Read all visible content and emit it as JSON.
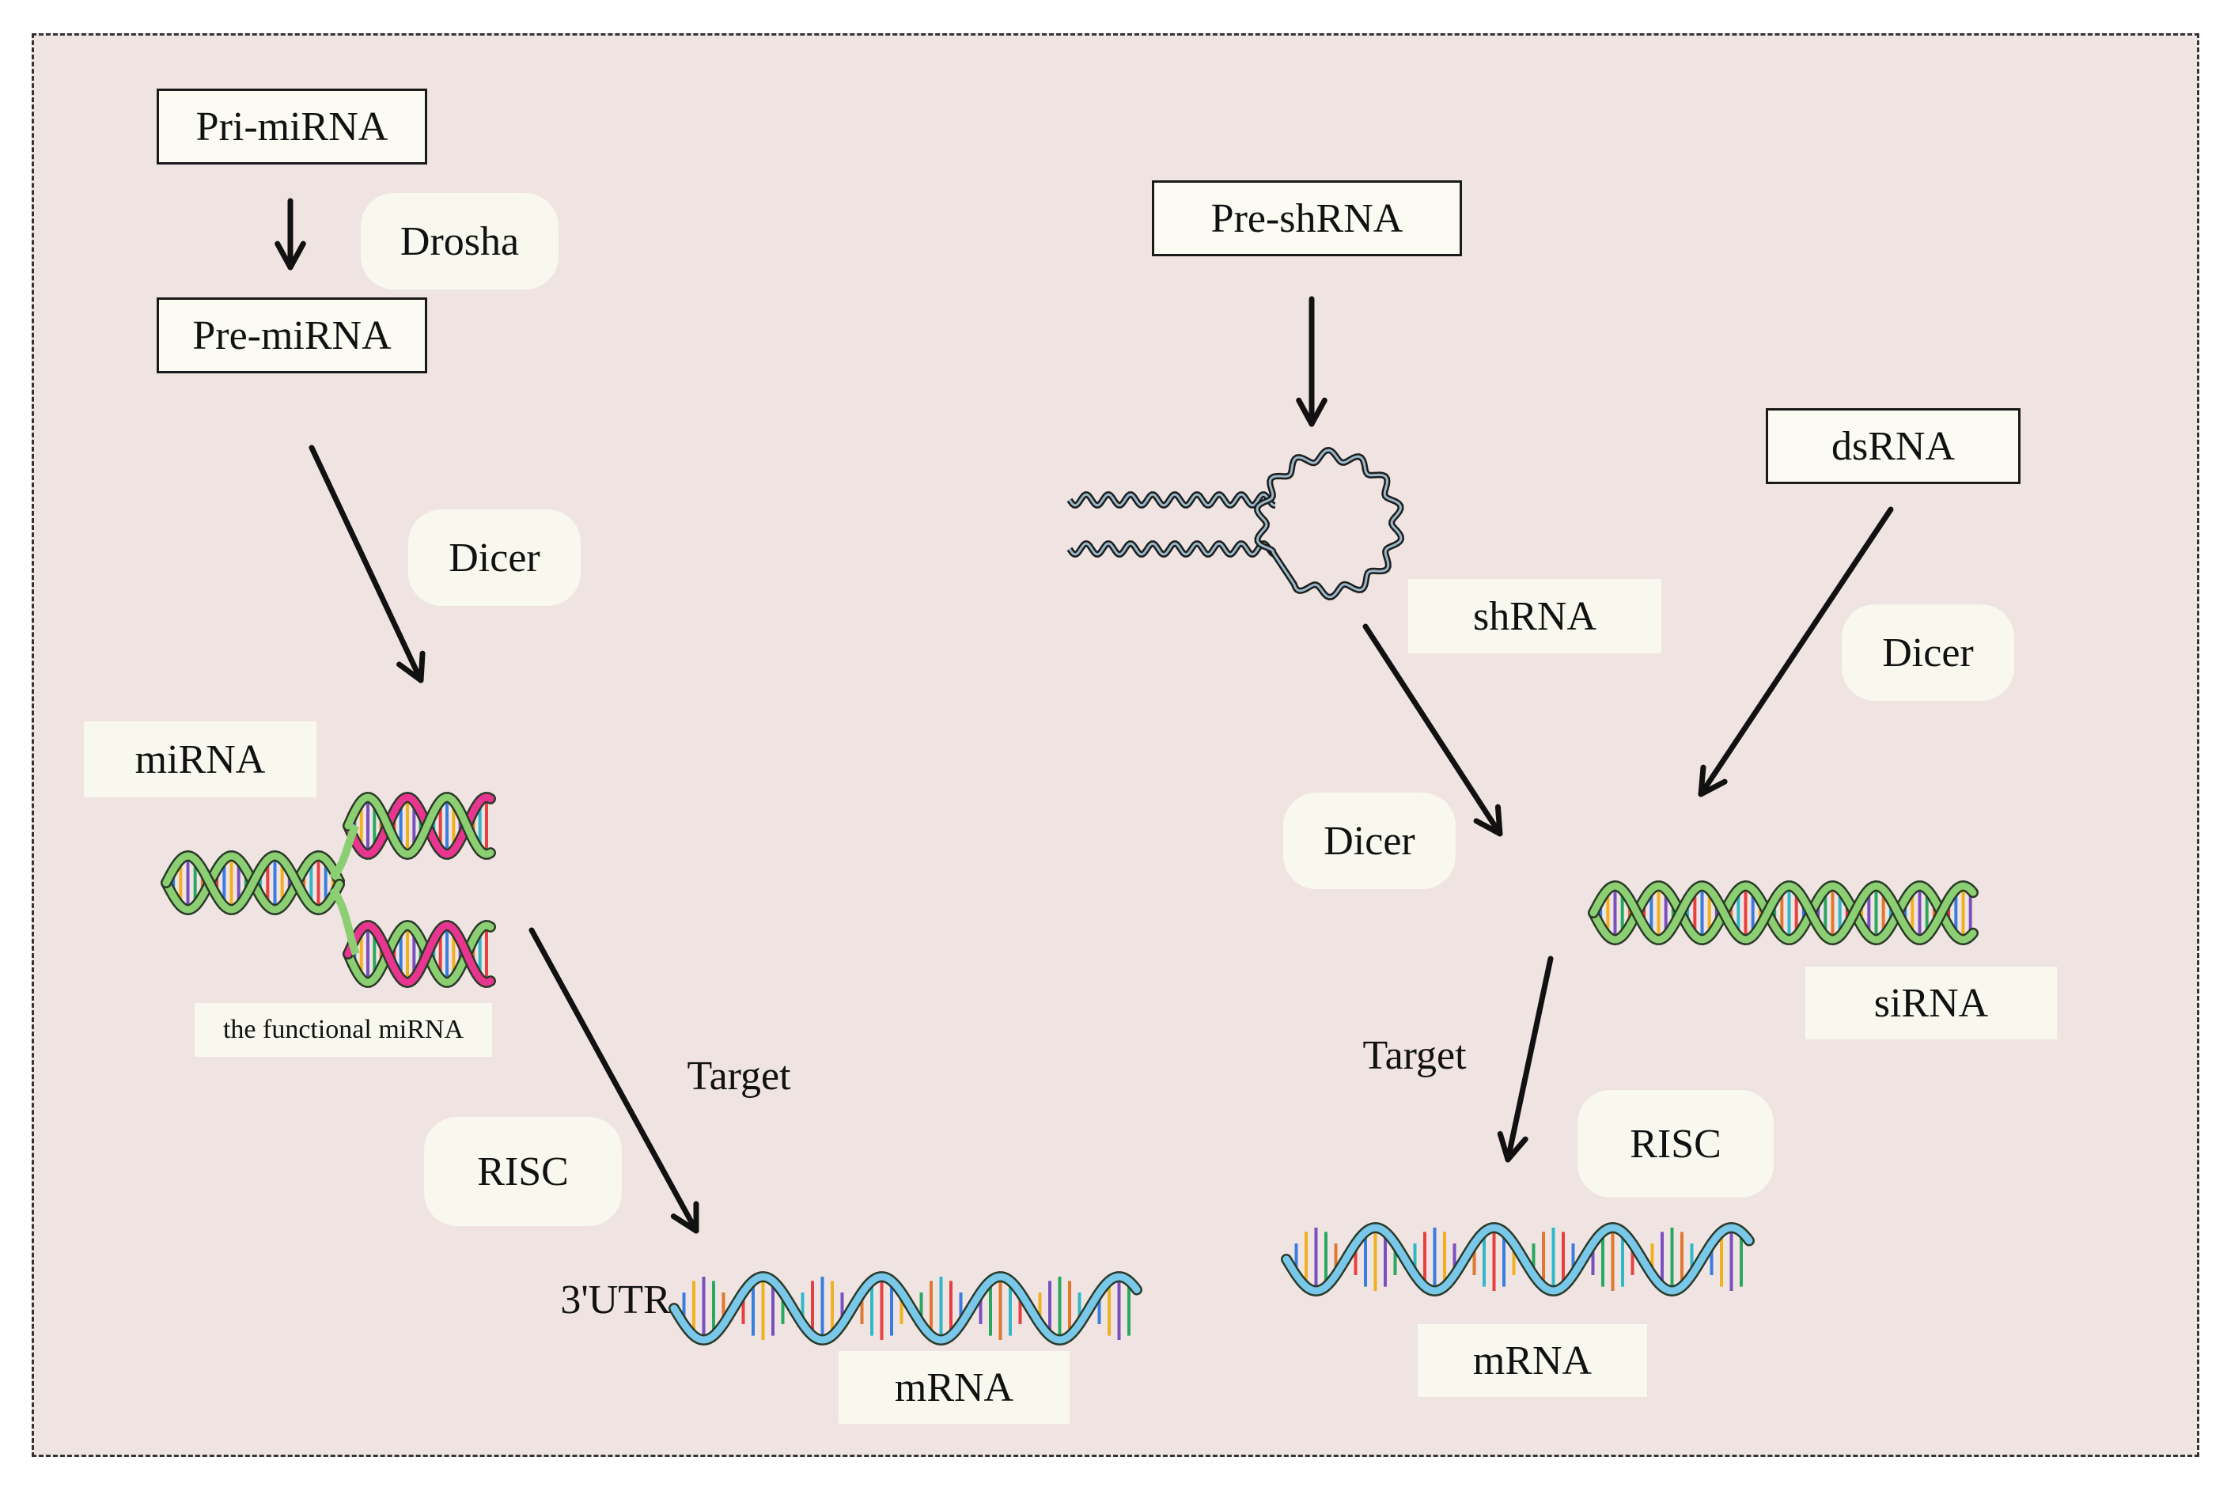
{
  "mirna_pathway": {
    "pri_mirna": "Pri-miRNA",
    "drosha": "Drosha",
    "pre_mirna": "Pre-miRNA",
    "dicer": "Dicer",
    "mirna": "miRNA",
    "functional_mirna": "the functional miRNA",
    "risc": "RISC",
    "target": "Target",
    "utr": "3'UTR",
    "mrna": "mRNA"
  },
  "sirna_pathway": {
    "pre_shrna": "Pre-shRNA",
    "shrna": "shRNA",
    "dsrna": "dsRNA",
    "dicer_shrna": "Dicer",
    "dicer_dsrna": "Dicer",
    "sirna": "siRNA",
    "target": "Target",
    "risc": "RISC",
    "mrna": "mRNA"
  },
  "colors": {
    "panel_background": "#efe4e2",
    "strand_green": "#8ccf72",
    "strand_pink": "#e8358f",
    "strand_blue": "#79c8ea",
    "label_fill": "#f8f8ee"
  }
}
